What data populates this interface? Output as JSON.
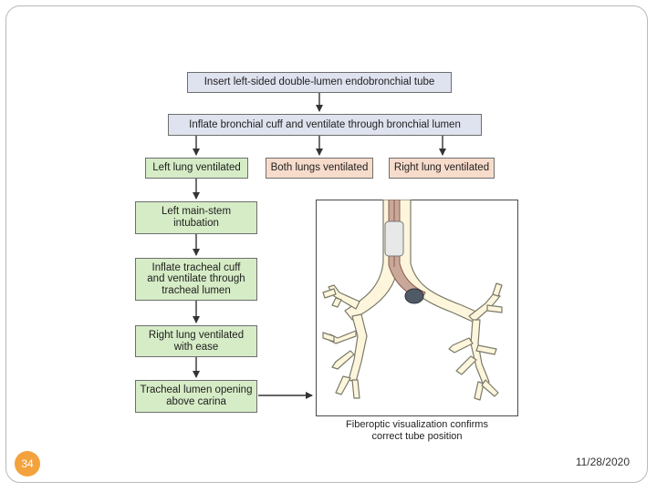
{
  "flowchart": {
    "step_insert": "Insert left-sided double-lumen endobronchial tube",
    "step_inflate_bronchial": "Inflate bronchial cuff and ventilate through bronchial lumen",
    "outcome_left": "Left lung ventilated",
    "outcome_both": "Both lungs ventilated",
    "outcome_right": "Right lung ventilated",
    "step_mainstem_line1": "Left main-stem",
    "step_mainstem_line2": "intubation",
    "step_inflate_tracheal_line1": "Inflate tracheal cuff",
    "step_inflate_tracheal_line2": "and ventilate through",
    "step_inflate_tracheal_line3": "tracheal lumen",
    "step_right_ease_line1": "Right lung ventilated",
    "step_right_ease_line2": "with ease",
    "step_tracheal_opening_line1": "Tracheal lumen opening",
    "step_tracheal_opening_line2": "above carina"
  },
  "illustration": {
    "caption_line1": "Fiberoptic visualization confirms",
    "caption_line2": "correct tube position",
    "colors": {
      "airway_fill": "#fdf6dc",
      "airway_stroke": "#7a7a6a",
      "tube": "#c9a89a",
      "tube_line": "#8a5b4e",
      "cuff": "#e8e8e8",
      "bronchial_cuff": "#505a66"
    }
  },
  "footer": {
    "slide_number": "34",
    "date": "11/28/2020"
  },
  "colors": {
    "blue_box": "#dfe3ef",
    "green_box": "#d6ecc6",
    "pink_box": "#f8dccb",
    "page_badge": "#f3a23d"
  }
}
